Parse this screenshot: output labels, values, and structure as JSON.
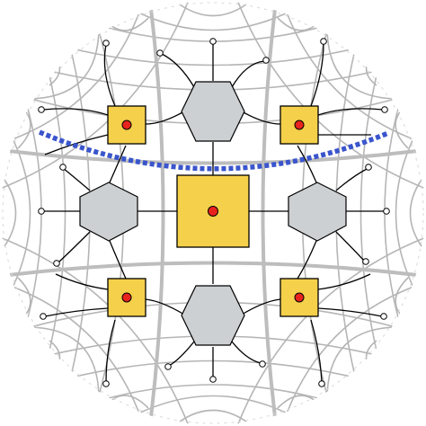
{
  "colors": {
    "background": "#ffffff",
    "tiling_thin": "#b5b5b5",
    "tiling_thick": "#bdbdbd",
    "wire": "#000000",
    "square_fill": "#f5d04a",
    "square_stroke": "#000000",
    "dot_fill": "#e8231d",
    "hexagon_fill": "#cdd0d2",
    "hexagon_stroke": "#000000",
    "leaf_fill": "#ffffff",
    "cut_line": "#3a55cc"
  },
  "diagram": {
    "squares": [
      {
        "id": "center",
        "size": "large"
      },
      {
        "id": "top-left",
        "size": "small"
      },
      {
        "id": "top-right",
        "size": "small"
      },
      {
        "id": "bottom-left",
        "size": "small"
      },
      {
        "id": "bottom-right",
        "size": "small"
      }
    ],
    "hexagons": [
      {
        "id": "top"
      },
      {
        "id": "left"
      },
      {
        "id": "right"
      },
      {
        "id": "bottom"
      }
    ],
    "cut_line": {
      "style": "dashed",
      "description_shown": ""
    }
  }
}
